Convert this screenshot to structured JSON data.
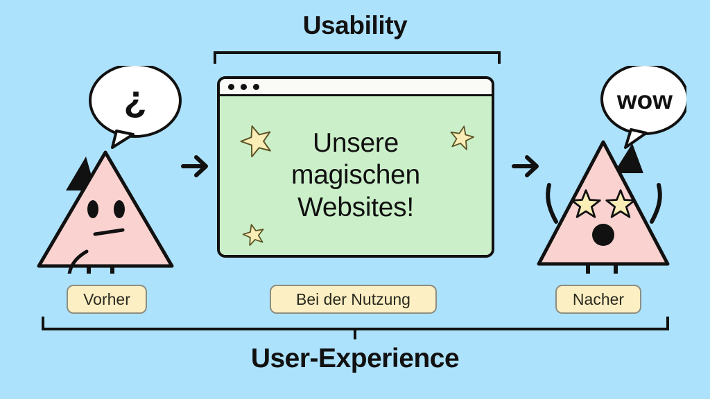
{
  "meta": {
    "bg_color": "#ade2fd",
    "ink_color": "#111111",
    "panel_green": "#cbf0c9",
    "label_yellow": "#fcefc3",
    "character_pink": "#fad2cf",
    "star_cream": "#faeeb6"
  },
  "top_bracket": {
    "label": "Usability"
  },
  "bottom_bracket": {
    "label": "User-Experience"
  },
  "browser": {
    "dots": [
      "dot-1",
      "dot-2",
      "dot-3"
    ],
    "headline_lines": [
      "Unsere",
      "magischen",
      "Websites!"
    ],
    "headline": "Unsere magischen Websites!",
    "stars": [
      "star-top-left",
      "star-top-right",
      "star-bottom-left"
    ]
  },
  "steps": [
    {
      "label": "Vorher"
    },
    {
      "label": "Bei der Nutzung"
    },
    {
      "label": "Nacher"
    }
  ],
  "characters": {
    "before": {
      "name": "confused-triangle-character",
      "bubble_text": "¿",
      "expression": "confused",
      "eyes": "oval-eyes",
      "mouth": "flat-slanted-line"
    },
    "after": {
      "name": "amazed-triangle-character",
      "bubble_text": "wow",
      "expression": "amazed",
      "eyes": "star-eyes",
      "mouth": "round-open"
    }
  },
  "arrows": [
    {
      "name": "arrow-before-to-during",
      "glyph": "→"
    },
    {
      "name": "arrow-during-to-after",
      "glyph": "→"
    }
  ]
}
